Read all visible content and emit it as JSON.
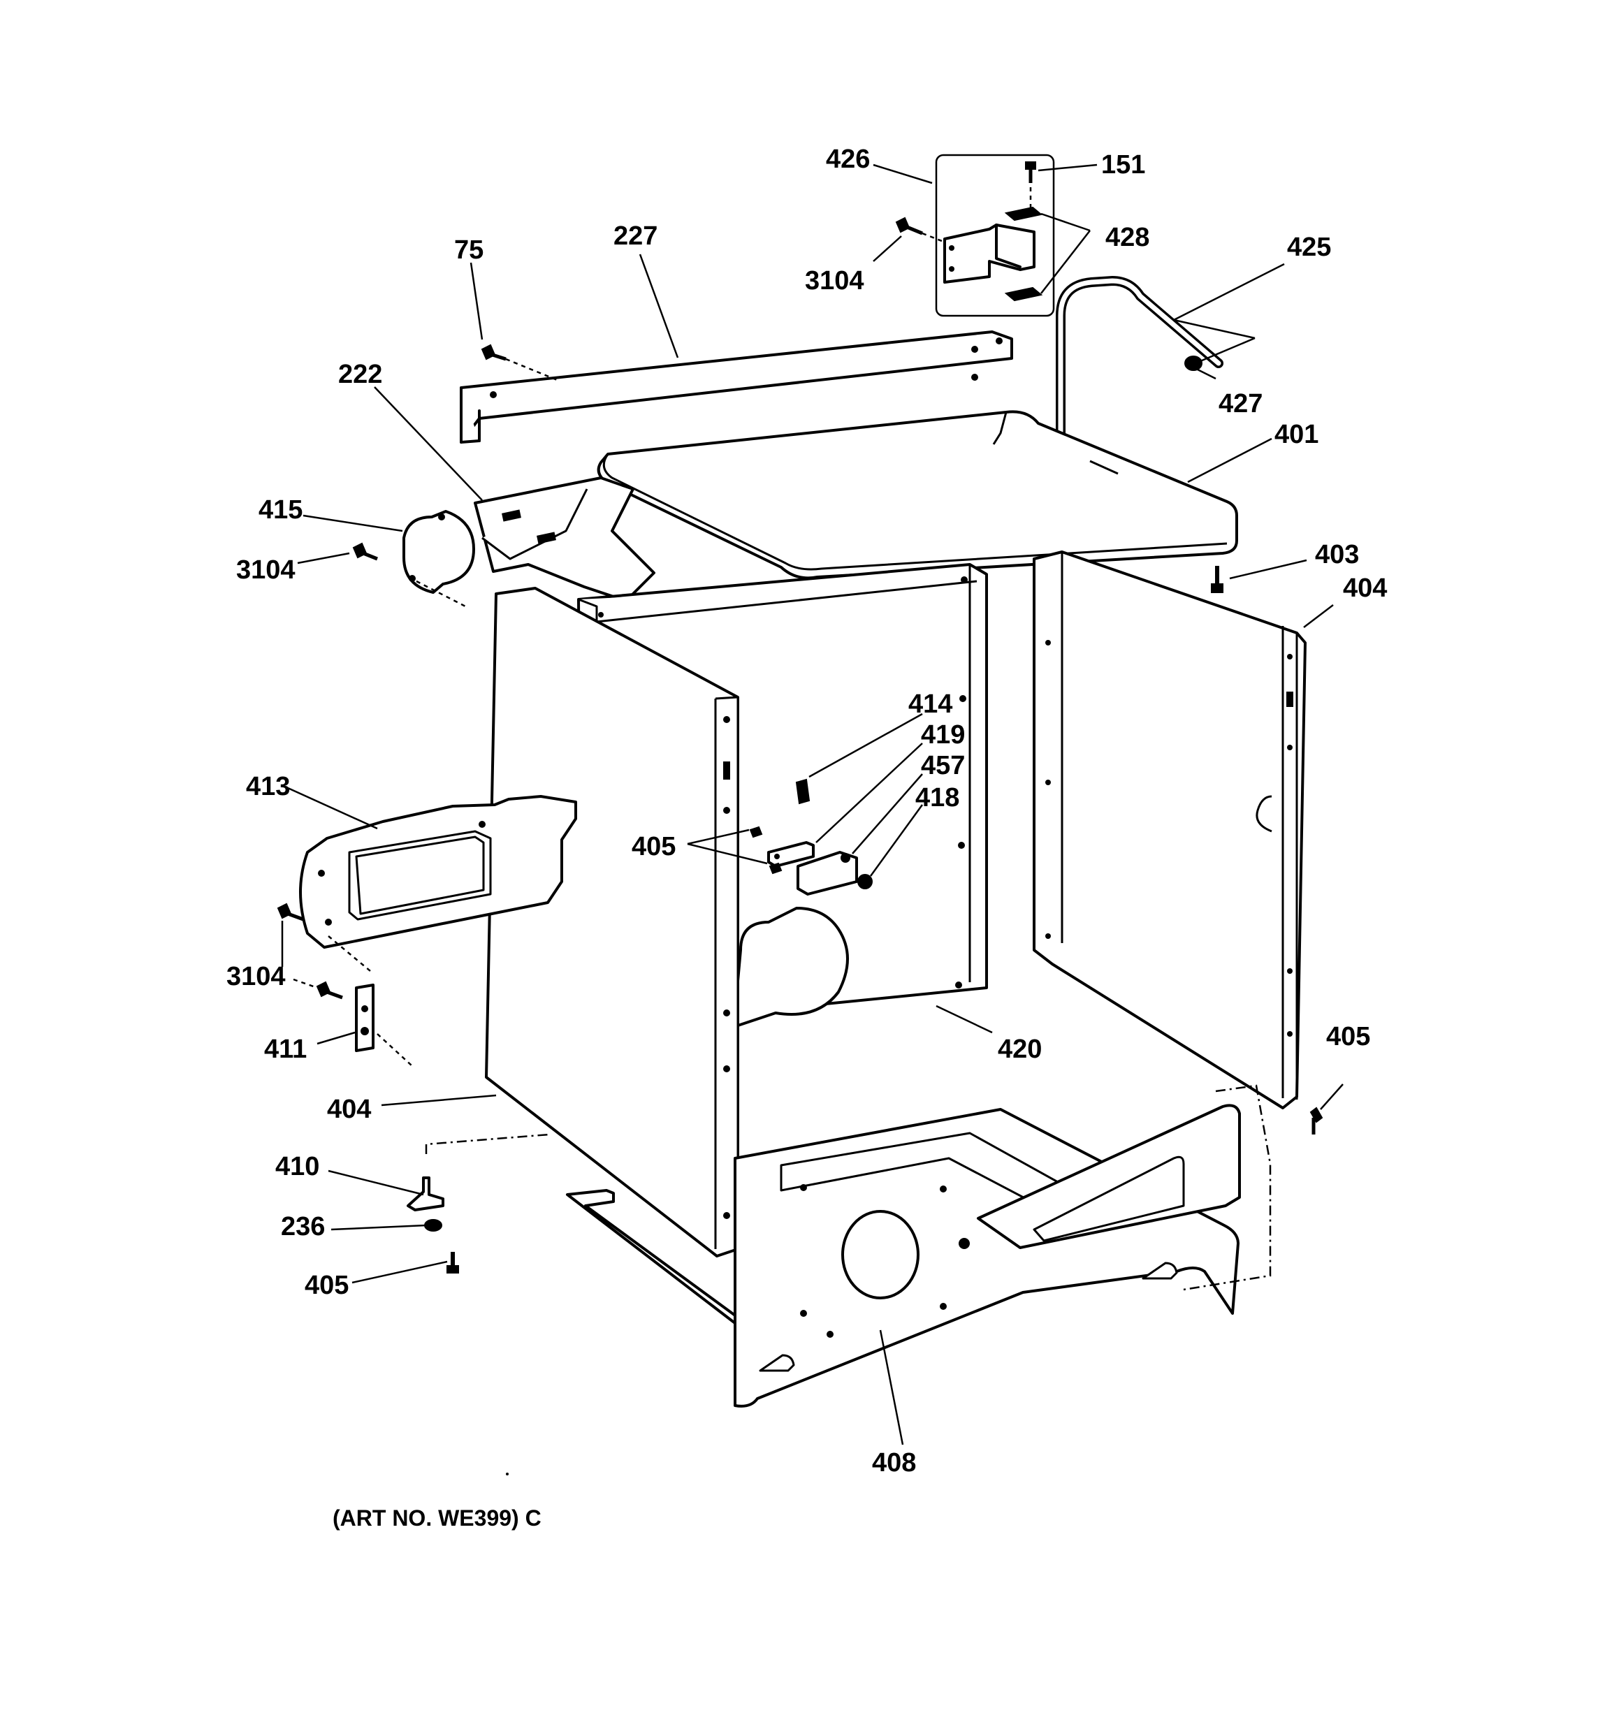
{
  "diagram": {
    "caption": "(ART NO. WE399) C",
    "callouts": [
      {
        "id": "c426",
        "text": "426"
      },
      {
        "id": "c151",
        "text": "151"
      },
      {
        "id": "c3104a",
        "text": "3104"
      },
      {
        "id": "c428",
        "text": "428"
      },
      {
        "id": "c425",
        "text": "425"
      },
      {
        "id": "c75",
        "text": "75"
      },
      {
        "id": "c227",
        "text": "227"
      },
      {
        "id": "c427",
        "text": "427"
      },
      {
        "id": "c222",
        "text": "222"
      },
      {
        "id": "c401",
        "text": "401"
      },
      {
        "id": "c415",
        "text": "415"
      },
      {
        "id": "c3104b",
        "text": "3104"
      },
      {
        "id": "c403",
        "text": "403"
      },
      {
        "id": "c404a",
        "text": "404"
      },
      {
        "id": "c414",
        "text": "414"
      },
      {
        "id": "c419",
        "text": "419"
      },
      {
        "id": "c457",
        "text": "457"
      },
      {
        "id": "c418",
        "text": "418"
      },
      {
        "id": "c405a",
        "text": "405"
      },
      {
        "id": "c413",
        "text": "413"
      },
      {
        "id": "c3104c",
        "text": "3104"
      },
      {
        "id": "c411",
        "text": "411"
      },
      {
        "id": "c420",
        "text": "420"
      },
      {
        "id": "c405b",
        "text": "405"
      },
      {
        "id": "c404b",
        "text": "404"
      },
      {
        "id": "c410",
        "text": "410"
      },
      {
        "id": "c236",
        "text": "236"
      },
      {
        "id": "c405c",
        "text": "405"
      },
      {
        "id": "c408",
        "text": "408"
      }
    ]
  }
}
